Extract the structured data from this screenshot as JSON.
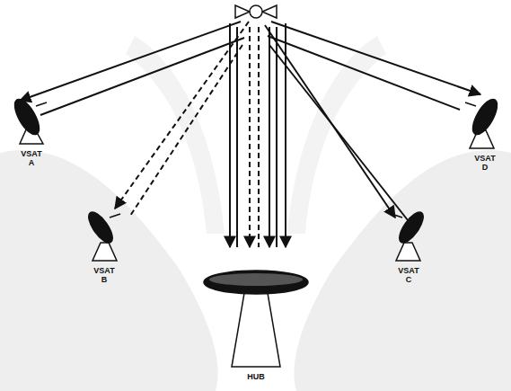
{
  "diagram": {
    "nodes": [
      {
        "text": [
          "VSAT A"
        ]
      },
      {
        "text": [
          "VSAT B"
        ]
      },
      {
        "text": [
          "VSAT C"
        ]
      },
      {
        "text": [
          "VSAT D"
        ]
      },
      {
        "text": [
          "HUB"
        ]
      }
    ]
  }
}
